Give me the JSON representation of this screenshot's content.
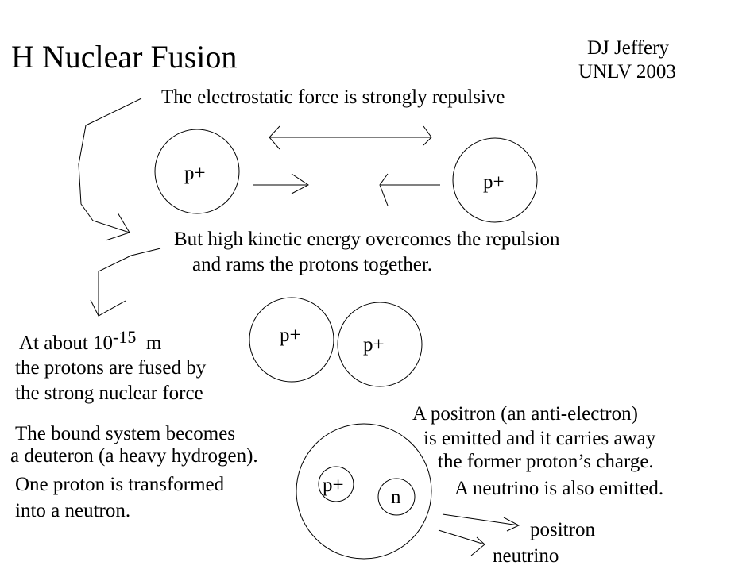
{
  "title": "H Nuclear Fusion",
  "author": {
    "name": "DJ Jeffery",
    "affiliation": "UNLV 2003"
  },
  "stage1": {
    "caption": "The electrostatic force is strongly repulsive",
    "left_proton": "p+",
    "right_proton": "p+"
  },
  "stage2": {
    "caption_line1": "But high kinetic energy overcomes the repulsion",
    "caption_line2": "and rams the protons together."
  },
  "stage3": {
    "caption_prefix": "At about 10",
    "exponent": "-15",
    "unit": "m",
    "caption_line2": "the protons are fused by",
    "caption_line3": "the strong nuclear force",
    "proton_a": "p+",
    "proton_b": "p+"
  },
  "stage4": {
    "left_line1": "The bound system becomes",
    "left_line2": "a deuteron (a heavy hydrogen).",
    "left_line3": "One proton is transformed",
    "left_line4": "into a neutron.",
    "right_line1": "A positron (an anti-electron)",
    "right_line2": "is emitted and it carries away",
    "right_line3": "the former proton’s charge.",
    "right_line4": "A neutrino is also emitted.",
    "proton": "p+",
    "neutron": "n",
    "positron_label": "positron",
    "neutrino_label": "neutrino"
  }
}
